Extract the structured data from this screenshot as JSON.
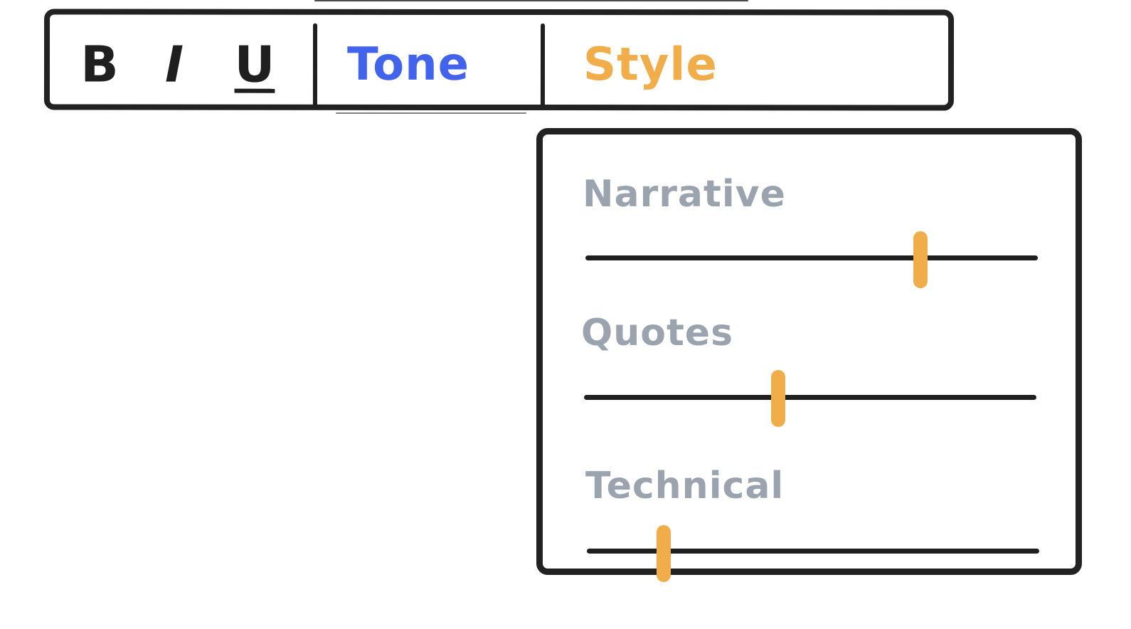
{
  "colors": {
    "ink": "#1f1f1f",
    "tone_accent": "#4263eb",
    "style_accent": "#f0ad4a",
    "label_gray": "#9aa3ae",
    "thumb": "#f0ad4a"
  },
  "toolbar": {
    "bold_label": "B",
    "italic_label": "I",
    "underline_label": "U",
    "tabs": [
      {
        "label": "Tone"
      },
      {
        "label": "Style"
      }
    ]
  },
  "style_panel": {
    "sliders": [
      {
        "label": "Narrative",
        "value": 0.74
      },
      {
        "label": "Quotes",
        "value": 0.43
      },
      {
        "label": "Technical",
        "value": 0.17
      }
    ]
  }
}
